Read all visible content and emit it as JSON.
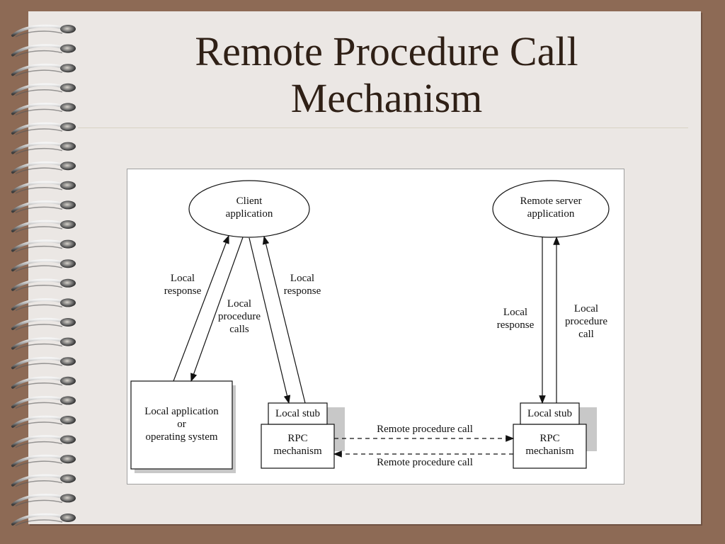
{
  "slide": {
    "title_lines": [
      "Remote Procedure Call",
      "Mechanism"
    ]
  },
  "diagram": {
    "client_app": [
      "Client",
      "application"
    ],
    "server_app": [
      "Remote server",
      "application"
    ],
    "local_app": [
      "Local application",
      "or",
      "operating system"
    ],
    "local_stub_left": "Local stub",
    "local_stub_right": "Local stub",
    "rpc_left": [
      "RPC",
      "mechanism"
    ],
    "rpc_right": [
      "RPC",
      "mechanism"
    ],
    "rpc_call_top": "Remote procedure call",
    "rpc_call_bottom": "Remote procedure call",
    "label_local_response_1": [
      "Local",
      "response"
    ],
    "label_local_procedure_calls": [
      "Local",
      "procedure",
      "calls"
    ],
    "label_local_response_2": [
      "Local",
      "response"
    ],
    "label_local_response_3": [
      "Local",
      "response"
    ],
    "label_local_procedure_call": [
      "Local",
      "procedure",
      "call"
    ]
  },
  "colors": {
    "background": "#8d6a55",
    "page": "#ebe7e4",
    "title": "#2f2016"
  }
}
